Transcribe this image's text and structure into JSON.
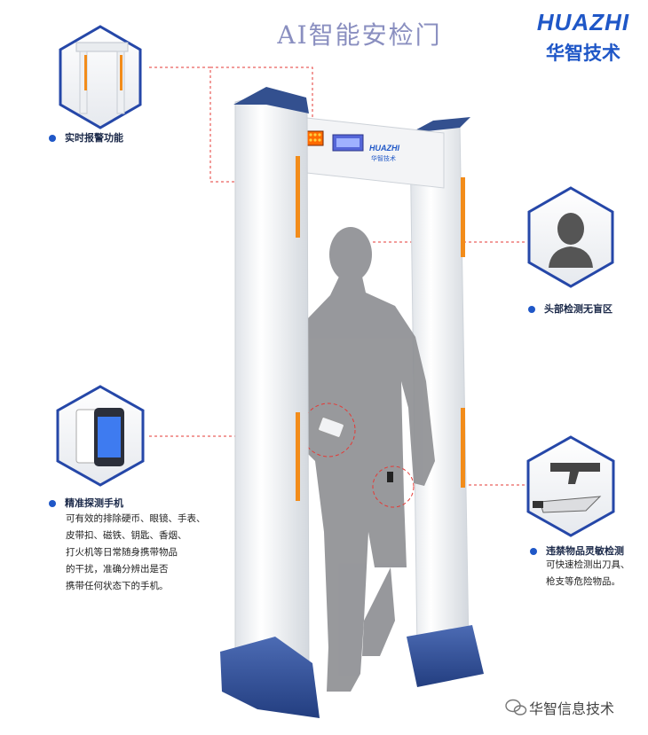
{
  "title": "AI智能安检门",
  "brand": {
    "en": "HUAZHI",
    "cn": "华智技术",
    "color": "#1f57c7"
  },
  "gate": {
    "display_brand_en": "HUAZHI",
    "display_brand_cn": "华智技术"
  },
  "features": [
    {
      "label": "实时报警功能",
      "icon": "alarm-gate-icon"
    },
    {
      "label": "头部检测无盲区",
      "icon": "head-silhouette-icon"
    },
    {
      "label": "精准探测手机",
      "icon": "phone-icon",
      "description": [
        "可有效的排除硬币、眼镜、手表、",
        "皮带扣、磁铁、钥匙、香烟、",
        "打火机等日常随身携带物品",
        "的干扰，准确分辨出是否",
        "携带任何状态下的手机。"
      ]
    },
    {
      "label": "违禁物品灵敏检测",
      "icon": "gun-knife-icon",
      "description": [
        "可快速检测出刀具、",
        "枪支等危险物品。"
      ]
    }
  ],
  "footer": {
    "text": "华智信息技术",
    "icon": "wechat-icon"
  },
  "colors": {
    "accent": "#1f57c7",
    "callout_line": "#e53935",
    "led": "#f28c1a",
    "pillar": "#eef0f3",
    "base": "#2f4f9a"
  }
}
